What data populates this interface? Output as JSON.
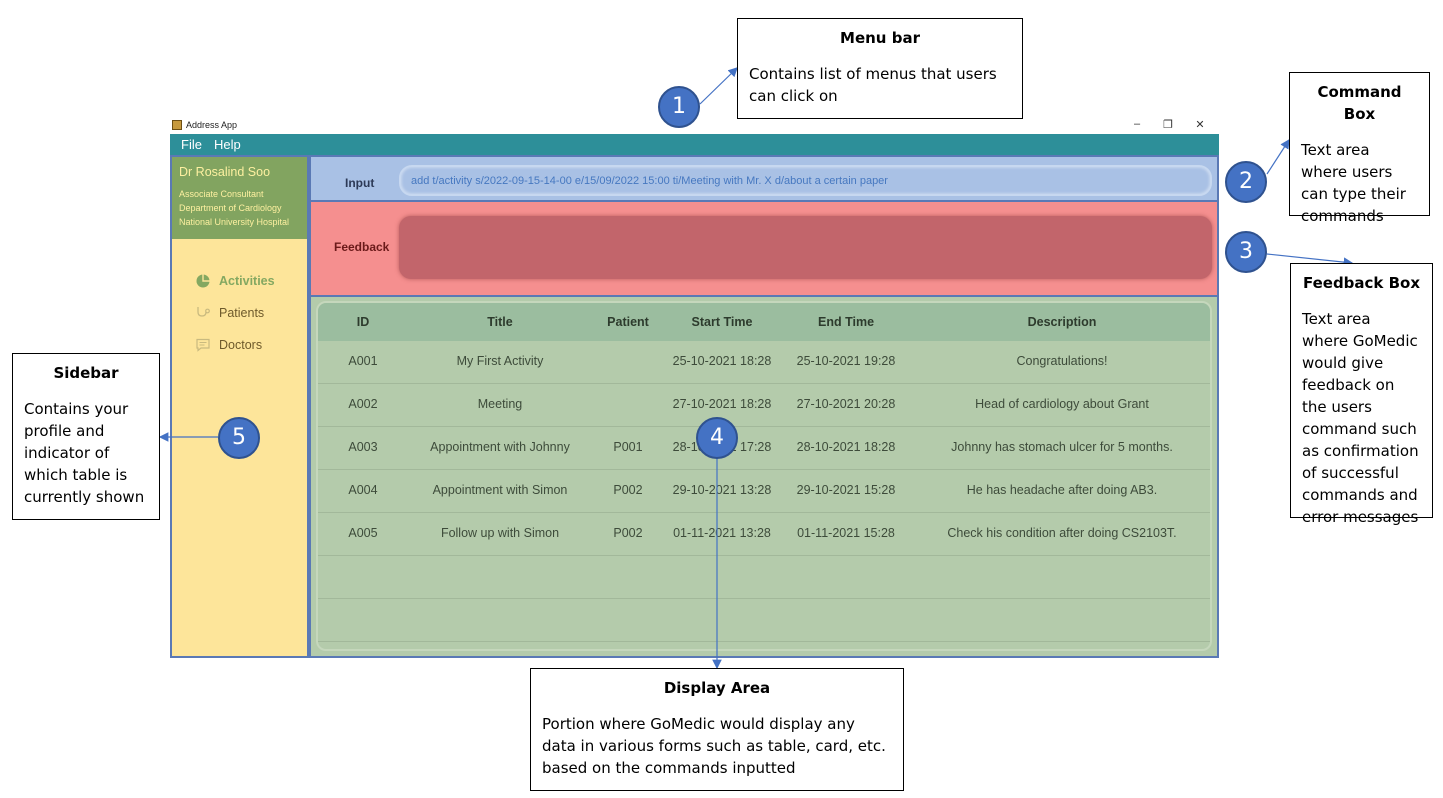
{
  "window": {
    "title": "Address App",
    "controls": {
      "minimize": "–",
      "maximize": "❐",
      "close": "✕"
    }
  },
  "menubar": {
    "items": [
      "File",
      "Help"
    ]
  },
  "sidebar": {
    "profile": {
      "name": "Dr Rosalind Soo",
      "lines": [
        "Associate Consultant",
        "Department of Cardiology",
        "National University Hospital"
      ]
    },
    "nav": [
      {
        "label": "Activities",
        "icon": "pie-chart-icon",
        "active": true
      },
      {
        "label": "Patients",
        "icon": "stethoscope-icon",
        "active": false
      },
      {
        "label": "Doctors",
        "icon": "message-icon",
        "active": false
      }
    ]
  },
  "input": {
    "label": "Input",
    "value": "add t/activity s/2022-09-15-14-00 e/15/09/2022 15:00 ti/Meeting with Mr. X d/about a certain paper"
  },
  "feedback": {
    "label": "Feedback",
    "text": ""
  },
  "table": {
    "headers": [
      "ID",
      "Title",
      "Patient",
      "Start Time",
      "End Time",
      "Description"
    ],
    "rows": [
      [
        "A001",
        "My First Activity",
        "",
        "25-10-2021 18:28",
        "25-10-2021 19:28",
        "Congratulations!"
      ],
      [
        "A002",
        "Meeting",
        "",
        "27-10-2021 18:28",
        "27-10-2021 20:28",
        "Head of cardiology about Grant"
      ],
      [
        "A003",
        "Appointment with Johnny",
        "P001",
        "28-10-2021 17:28",
        "28-10-2021 18:28",
        "Johnny has stomach ulcer for 5 months."
      ],
      [
        "A004",
        "Appointment with Simon",
        "P002",
        "29-10-2021 13:28",
        "29-10-2021 15:28",
        "He has headache after doing AB3."
      ],
      [
        "A005",
        "Follow up with Simon",
        "P002",
        "01-11-2021 13:28",
        "01-11-2021 15:28",
        "Check his condition after doing CS2103T."
      ]
    ]
  },
  "annotations": {
    "menu_bar": {
      "number": "1",
      "title": "Menu bar",
      "text": "Contains list of menus that users can click on"
    },
    "command_box": {
      "number": "2",
      "title": "Command Box",
      "text": "Text area where users can type their commands"
    },
    "feedback_box": {
      "number": "3",
      "title": "Feedback Box",
      "text": "Text area where GoMedic would give feedback on the users command such as confirmation of successful commands and error messages"
    },
    "display_area": {
      "number": "4",
      "title": "Display Area",
      "text": "Portion where GoMedic would display any data in various forms such as table, card, etc. based on the commands inputted"
    },
    "sidebar": {
      "number": "5",
      "title": "Sidebar",
      "text": "Contains your profile and indicator of which table is currently shown"
    }
  },
  "colors": {
    "menubar": "#2d8f99",
    "sidebar": "#fde59a",
    "profile": "#82a460",
    "input": "#a9c1e5",
    "feedback": "#f58f8f",
    "feedback_box": "#c2656b",
    "display": "#b4cbab",
    "badge": "#4472c4"
  }
}
